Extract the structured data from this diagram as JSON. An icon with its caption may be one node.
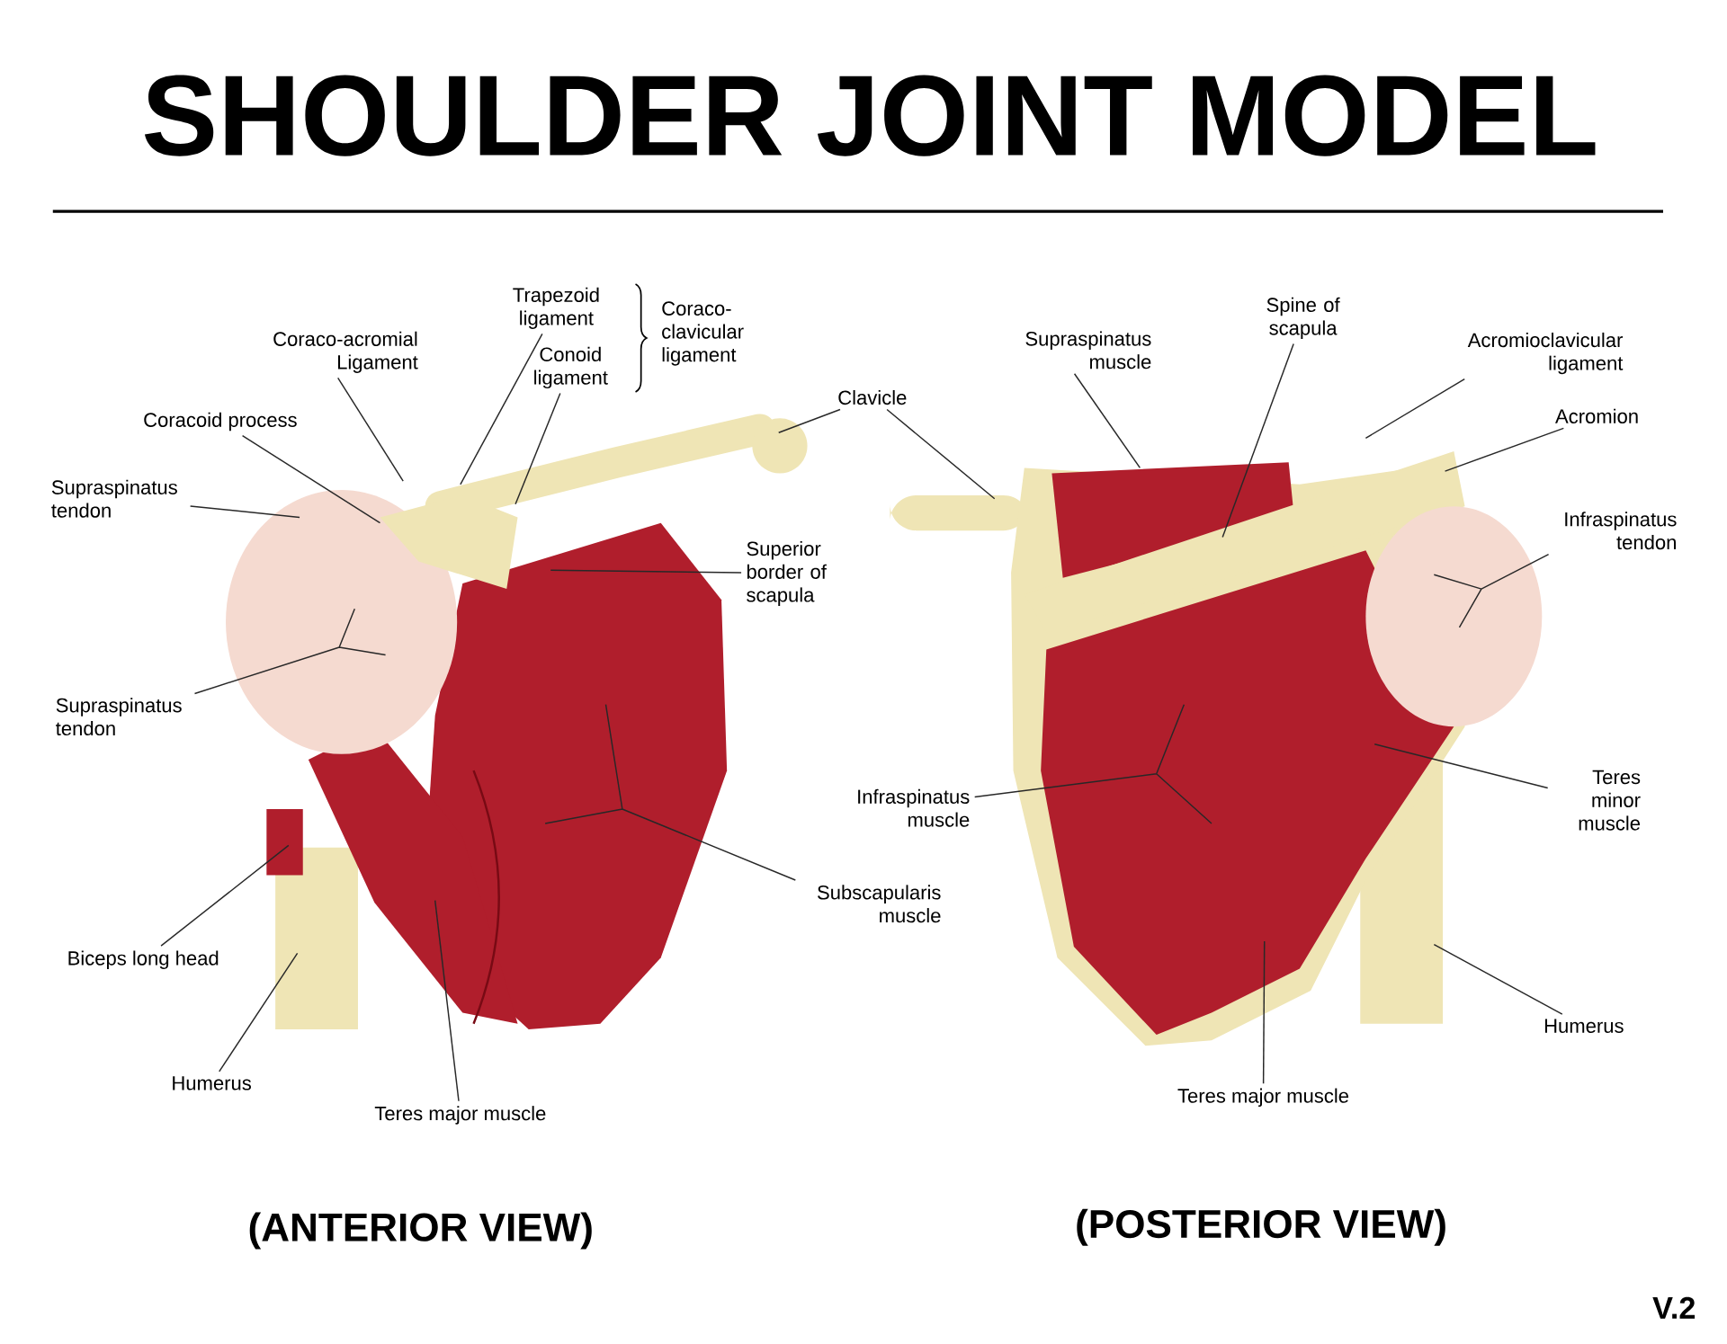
{
  "diagram": {
    "title": "SHOULDER JOINT MODEL",
    "nodes": [
      {
        "text": [
          "Trapezoid ligament"
        ]
      },
      {
        "text": [
          "Conoid ligament"
        ]
      },
      {
        "text": [
          "Coraco-clavicular ligament"
        ]
      },
      {
        "text": [
          "Coraco-acromial Ligament"
        ]
      },
      {
        "text": [
          "Coracoid process"
        ]
      },
      {
        "text": [
          "Supraspinatus tendon"
        ]
      },
      {
        "text": [
          "Supraspinatus tendon"
        ]
      },
      {
        "text": [
          "Biceps long head"
        ]
      },
      {
        "text": [
          "Humerus"
        ]
      },
      {
        "text": [
          "Teres major muscle"
        ]
      },
      {
        "text": [
          "Subscapularis muscle"
        ]
      },
      {
        "text": [
          "Superior border of scapula"
        ]
      },
      {
        "text": [
          "Clavicle"
        ]
      },
      {
        "text": [
          "Supraspinatus muscle"
        ]
      },
      {
        "text": [
          "Spine of scapula"
        ]
      },
      {
        "text": [
          "Acromioclavicular ligament"
        ]
      },
      {
        "text": [
          "Acromion"
        ]
      },
      {
        "text": [
          "Infraspinatus tendon"
        ]
      },
      {
        "text": [
          "Teres minor muscle"
        ]
      },
      {
        "text": [
          "Humerus"
        ]
      },
      {
        "text": [
          "Teres major muscle"
        ]
      },
      {
        "text": [
          "Infraspinatus muscle"
        ]
      }
    ],
    "edges": [
      {
        "from": 0,
        "to": null,
        "arrow": "none"
      },
      {
        "from": 1,
        "to": null,
        "arrow": "none"
      },
      {
        "from": 3,
        "to": null,
        "arrow": "none"
      },
      {
        "from": 4,
        "to": null,
        "arrow": "none"
      },
      {
        "from": 5,
        "to": null,
        "arrow": "none"
      },
      {
        "from": 6,
        "to": null,
        "arrow": "none"
      },
      {
        "from": 7,
        "to": null,
        "arrow": "none"
      },
      {
        "from": 8,
        "to": null,
        "arrow": "none"
      },
      {
        "from": 9,
        "to": null,
        "arrow": "none"
      },
      {
        "from": 10,
        "to": null,
        "arrow": "none"
      },
      {
        "from": 11,
        "to": null,
        "arrow": "none"
      },
      {
        "from": 12,
        "to": null,
        "arrow": "none"
      },
      {
        "from": 12,
        "to": null,
        "arrow": "none"
      },
      {
        "from": 13,
        "to": null,
        "arrow": "none"
      },
      {
        "from": 14,
        "to": null,
        "arrow": "none"
      },
      {
        "from": 15,
        "to": null,
        "arrow": "none"
      },
      {
        "from": 16,
        "to": null,
        "arrow": "none"
      },
      {
        "from": 17,
        "to": null,
        "arrow": "none"
      },
      {
        "from": 18,
        "to": null,
        "arrow": "none"
      },
      {
        "from": 19,
        "to": null,
        "arrow": "none"
      },
      {
        "from": 20,
        "to": null,
        "arrow": "none"
      },
      {
        "from": 21,
        "to": null,
        "arrow": "none"
      }
    ],
    "labels": [
      "(ANTERIOR VIEW)",
      "(POSTERIOR VIEW)",
      "V.2"
    ]
  }
}
